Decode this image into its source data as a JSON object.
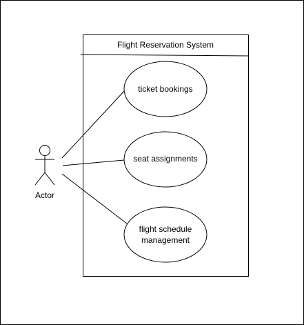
{
  "system": {
    "title": "Flight Reservation System"
  },
  "actor": {
    "label": "Actor"
  },
  "use_cases": [
    {
      "lines": [
        "ticket bookings"
      ]
    },
    {
      "lines": [
        "seat assignments"
      ]
    },
    {
      "lines": [
        "flight schedule",
        "management"
      ]
    }
  ],
  "colors": {
    "stroke": "#000000",
    "background": "#ffffff"
  }
}
